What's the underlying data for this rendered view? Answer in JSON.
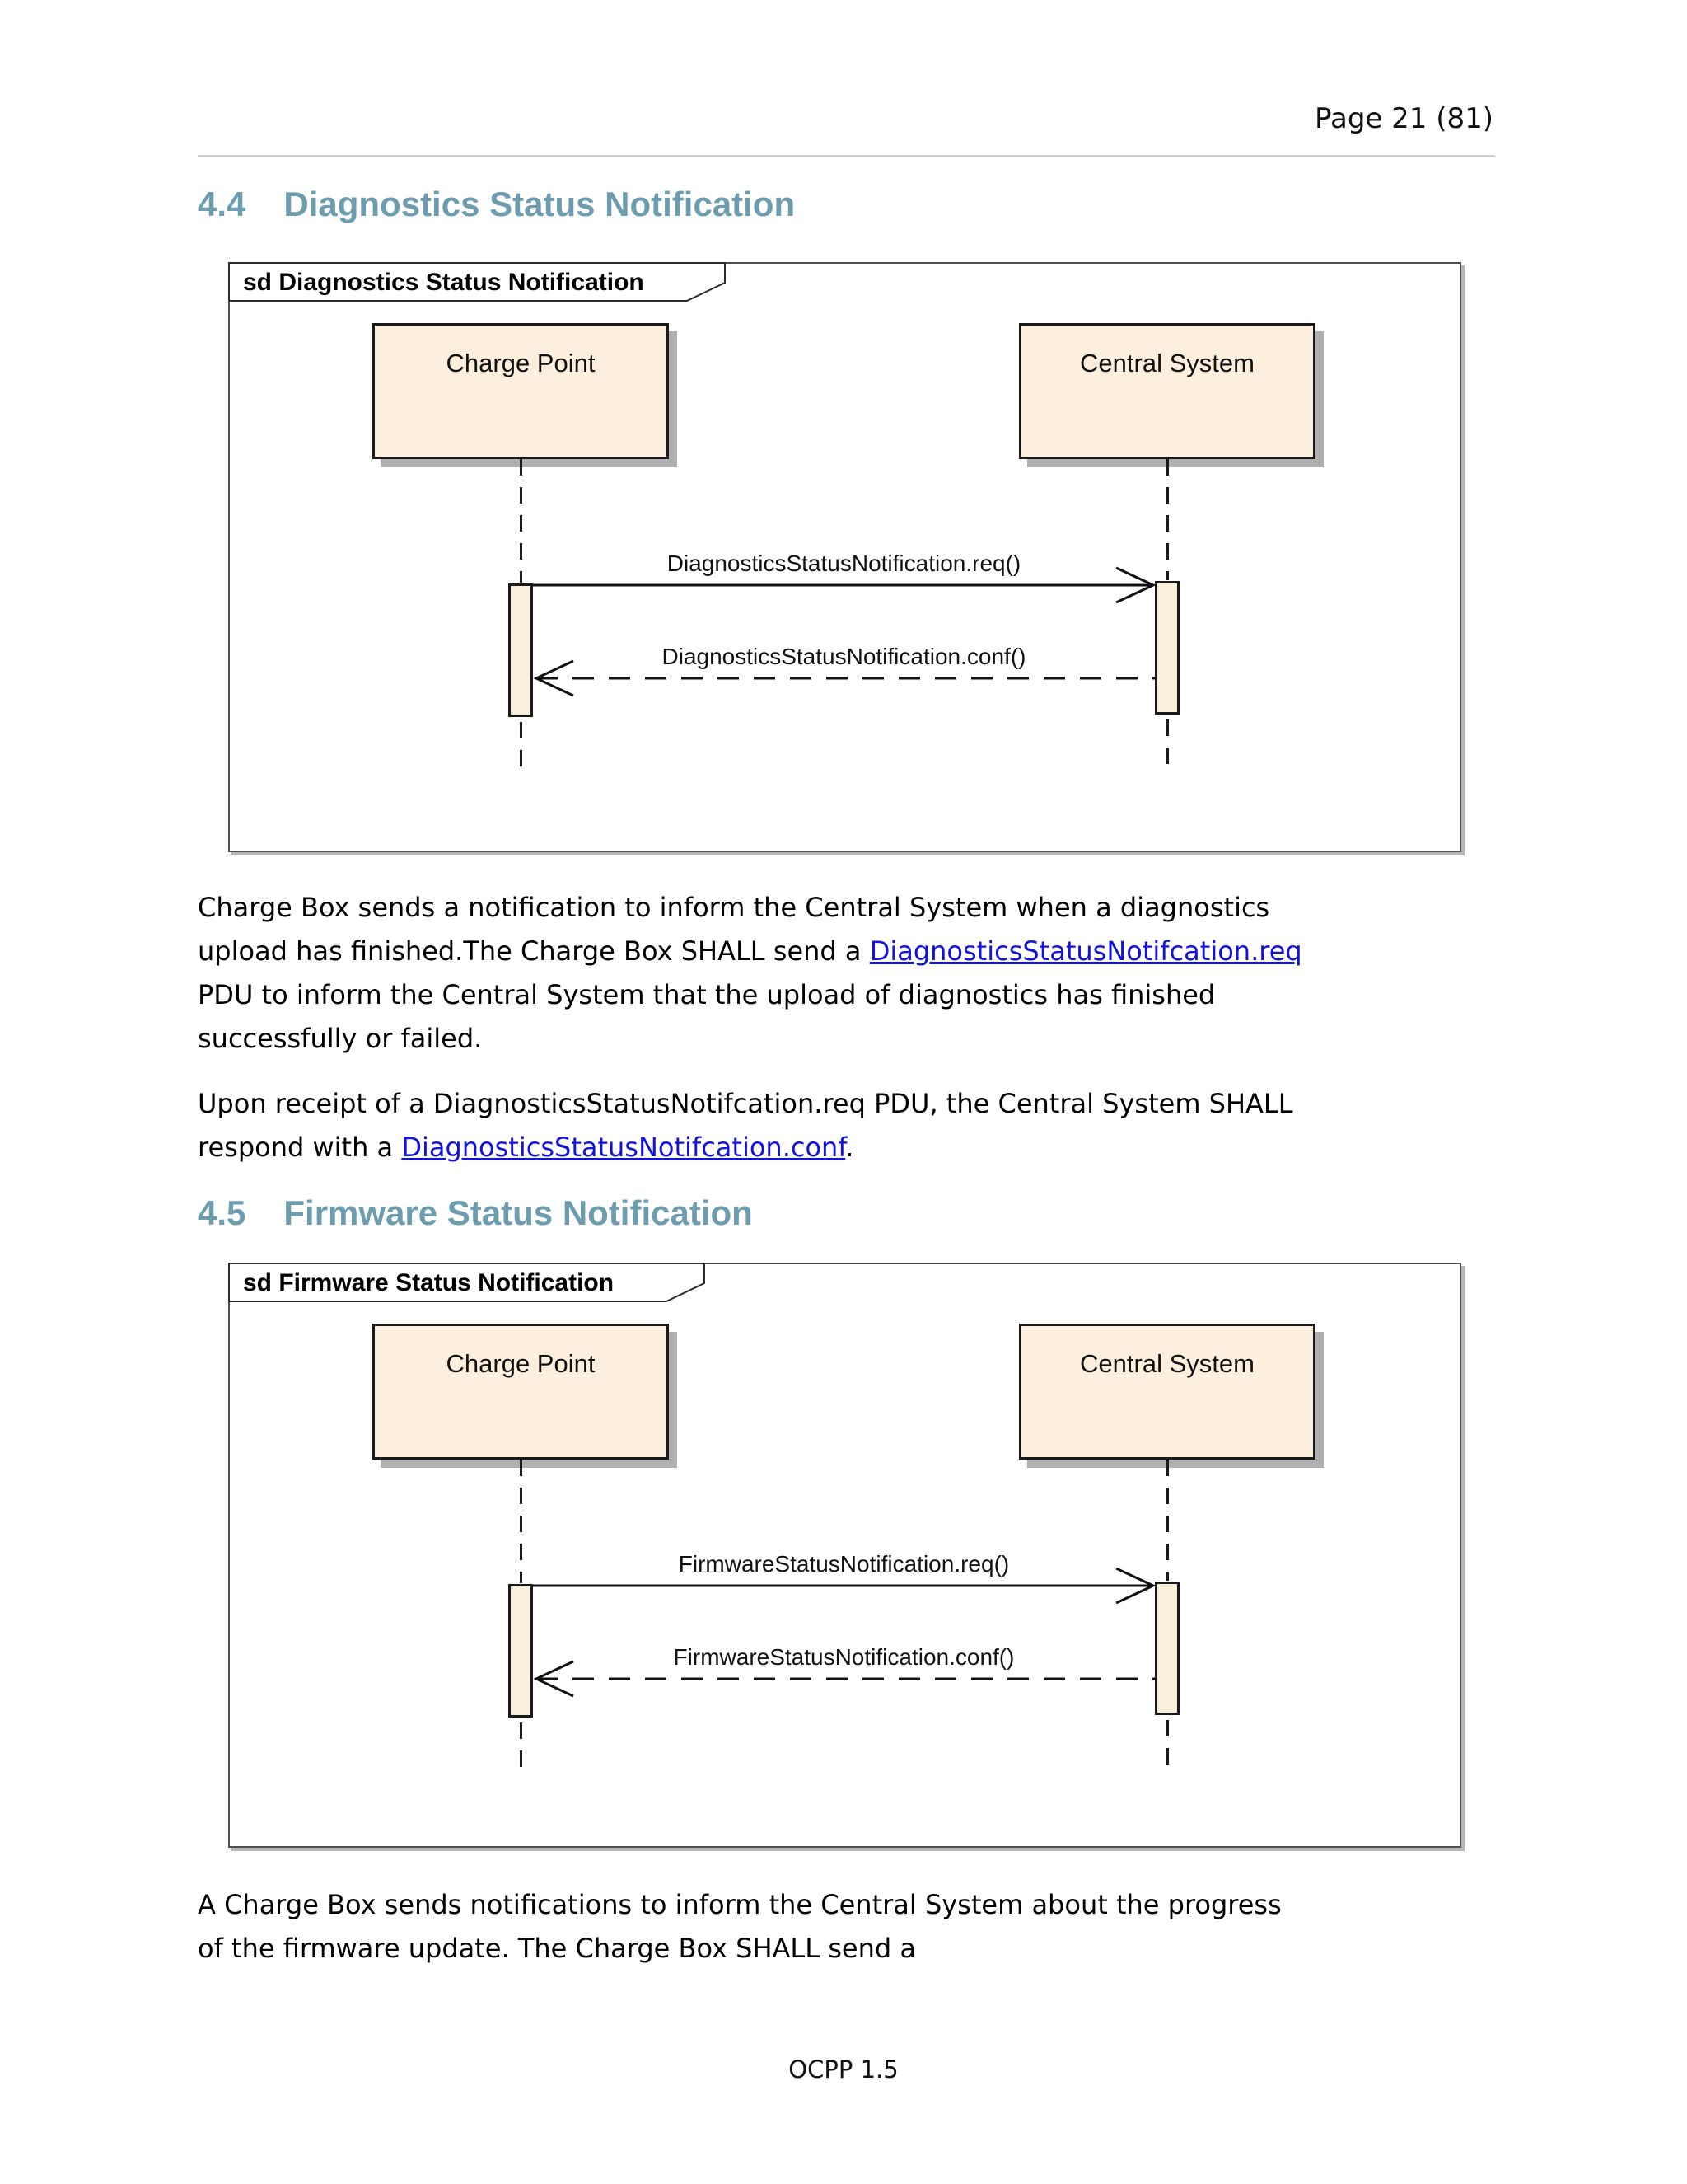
{
  "header": {
    "page_label": "Page 21 (81)"
  },
  "footer": {
    "doc_label": "OCPP 1.5"
  },
  "colors": {
    "section_heading": "#6d9cae",
    "link_blue": "#1212dd",
    "actor_box_fill": "#fcefdd",
    "shadow_gray": "#b0b0b0"
  },
  "section_44": {
    "number": "4.4",
    "title": "Diagnostics Status Notification"
  },
  "section_45": {
    "number": "4.5",
    "title": "Firmware Status Notification"
  },
  "diagram_diagnostics": {
    "frame_label": "sd Diagnostics Status Notification",
    "actors": {
      "left": "Charge Point",
      "right": "Central System"
    },
    "messages": {
      "request": "DiagnosticsStatusNotification.req()",
      "confirm": "DiagnosticsStatusNotification.conf()"
    }
  },
  "diagram_firmware": {
    "frame_label": "sd Firmware Status Notification",
    "actors": {
      "left": "Charge Point",
      "right": "Central System"
    },
    "messages": {
      "request": "FirmwareStatusNotification.req()",
      "confirm": "FirmwareStatusNotification.conf()"
    }
  },
  "paragraphs": {
    "p1": {
      "l1": "Charge Box sends a notification to inform the Central System when a diagnostics",
      "l2a": "upload has finished.The Charge Box SHALL send a ",
      "l2link": "DiagnosticsStatusNotifcation.req",
      "l3": "PDU to inform the Central System that the upload of diagnostics has finished",
      "l4": "successfully or failed."
    },
    "p2": {
      "l1": "Upon receipt of a DiagnosticsStatusNotifcation.req PDU, the Central System SHALL",
      "l2a": "respond with a ",
      "l2link": "DiagnosticsStatusNotifcation.conf",
      "l2b": "."
    },
    "p3": {
      "l1": "A Charge Box sends notifications to inform the Central System about the progress",
      "l2": "of the firmware update. The Charge Box SHALL send a"
    }
  }
}
